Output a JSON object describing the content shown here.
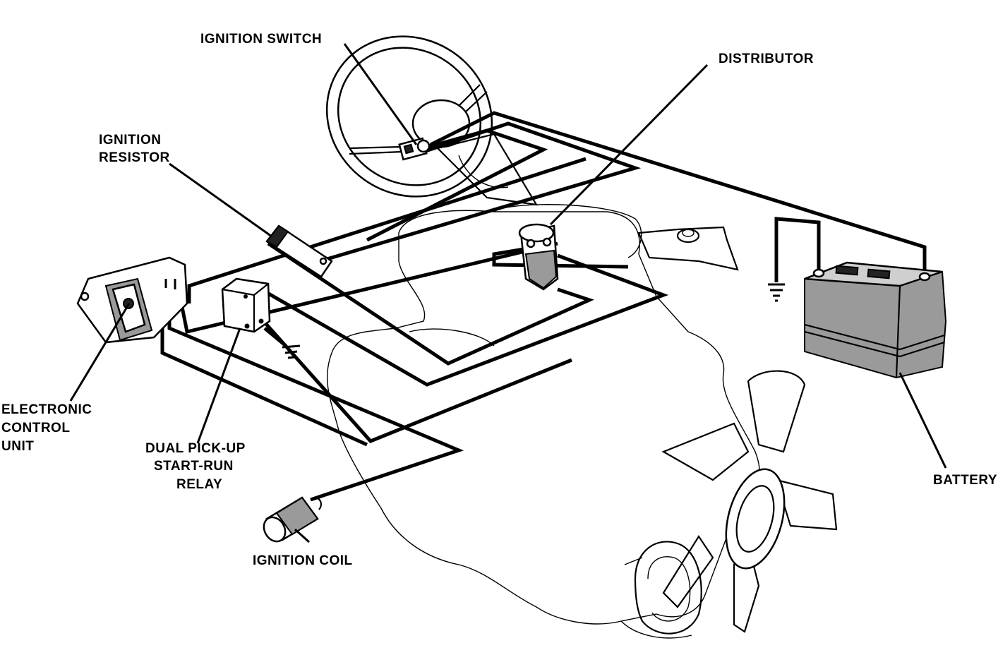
{
  "labels": {
    "ignition_switch": "IGNITION SWITCH",
    "distributor": "DISTRIBUTOR",
    "ignition_resistor_line1": "IGNITION",
    "ignition_resistor_line2": "RESISTOR",
    "ecu_line1": "ELECTRONIC",
    "ecu_line2": "CONTROL",
    "ecu_line3": "UNIT",
    "relay_line1": "DUAL PICK-UP",
    "relay_line2": "START-RUN",
    "relay_line3": "RELAY",
    "ignition_coil": "IGNITION COIL",
    "battery": "BATTERY"
  },
  "colors": {
    "ink": "#000000",
    "background": "#ffffff",
    "shading": "#9a9a9a"
  }
}
